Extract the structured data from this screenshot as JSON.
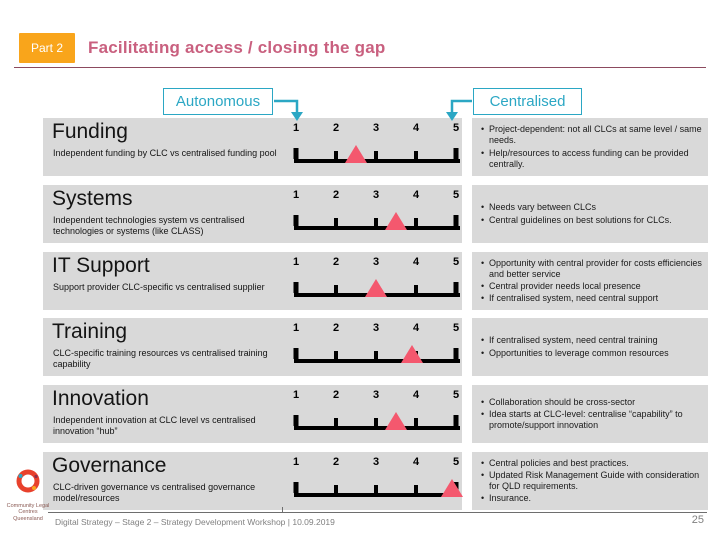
{
  "header": {
    "part_label": "Part 2",
    "title": "Facilitating access / closing the gap"
  },
  "axis_labels": {
    "left": "Autonomous",
    "right": "Centralised"
  },
  "scale_labels": [
    "1",
    "2",
    "3",
    "4",
    "5"
  ],
  "rows": [
    {
      "title": "Funding",
      "description": "Independent funding by CLC vs centralised funding pool",
      "scale_value": 2.5,
      "notes": [
        "Project-dependent: not all CLCs at same level / same needs.",
        "Help/resources to access funding can be provided centrally."
      ]
    },
    {
      "title": "Systems",
      "description": "Independent technologies system vs centralised technologies or systems (like CLASS)",
      "scale_value": 3.5,
      "notes": [
        "Needs vary between CLCs",
        "Central guidelines on best solutions for CLCs."
      ]
    },
    {
      "title": "IT Support",
      "description": "Support provider CLC-specific vs centralised supplier",
      "scale_value": 3.0,
      "notes": [
        "Opportunity with central provider for costs efficiencies and better service",
        "Central provider needs local presence",
        "If centralised system, need central support"
      ]
    },
    {
      "title": "Training",
      "description": "CLC-specific training resources vs centralised training capability",
      "scale_value": 3.9,
      "notes": [
        "If centralised system, need central training",
        "Opportunities to leverage common resources"
      ]
    },
    {
      "title": "Innovation",
      "description": "Independent innovation at CLC level vs centralised innovation “hub”",
      "scale_value": 3.5,
      "notes": [
        "Collaboration should be cross-sector",
        "Idea starts at CLC-level: centralise “capability” to promote/support innovation"
      ]
    },
    {
      "title": "Governance",
      "description": "CLC-driven governance vs centralised governance model/resources",
      "scale_value": 4.9,
      "notes": [
        "Central policies and best practices.",
        "Updated Risk Management Guide with consideration for QLD requirements.",
        "Insurance."
      ]
    }
  ],
  "footer": {
    "text": "Digital Strategy – Stage 2 – Strategy Development Workshop | 10.09.2019",
    "page_number": "25",
    "logo_text": "Community Legal Centres Queensland"
  },
  "colors": {
    "badge_orange": "#F9A51B",
    "title_pink": "#C9607F",
    "teal": "#2BA7C4",
    "marker_pink": "#F4586E",
    "panel_gray": "#D9D9D9"
  }
}
